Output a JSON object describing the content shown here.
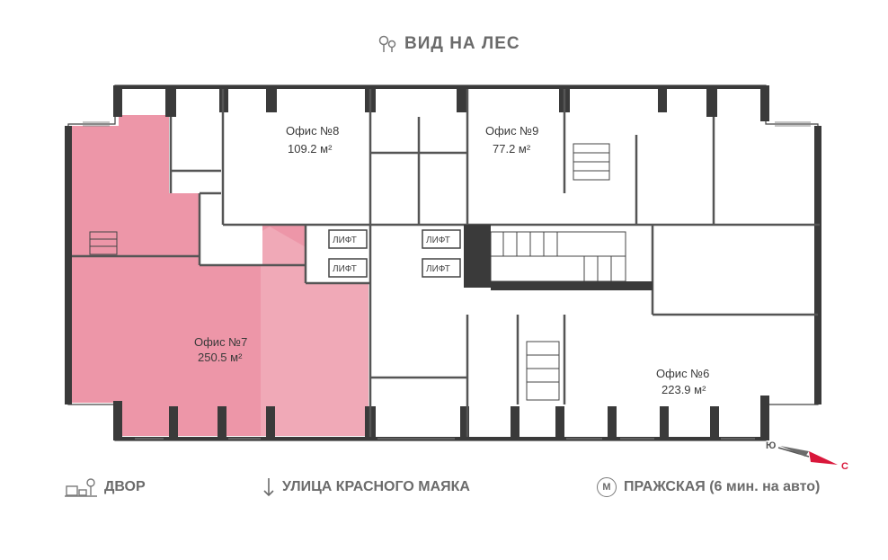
{
  "header": {
    "view_label": "ВИД НА ЛЕС"
  },
  "offices": [
    {
      "name": "Офис №8",
      "area": "109.2 м²"
    },
    {
      "name": "Офис №9",
      "area": "77.2 м²"
    },
    {
      "name": "Офис №7",
      "area": "250.5 м²",
      "highlighted": true
    },
    {
      "name": "Офис №6",
      "area": "223.9 м²"
    }
  ],
  "lifts": [
    "ЛИФТ",
    "ЛИФТ",
    "ЛИФТ",
    "ЛИФТ"
  ],
  "compass": {
    "south": "Ю",
    "north": "С"
  },
  "footer": {
    "yard": "ДВОР",
    "street": "УЛИЦА КРАСНОГО МАЯКА",
    "metro_letter": "М",
    "metro": "ПРАЖСКАЯ (6 мин. на авто)"
  },
  "colors": {
    "highlight": "#e8798f",
    "wall": "#3a3a3a",
    "accent": "#d9173b"
  }
}
